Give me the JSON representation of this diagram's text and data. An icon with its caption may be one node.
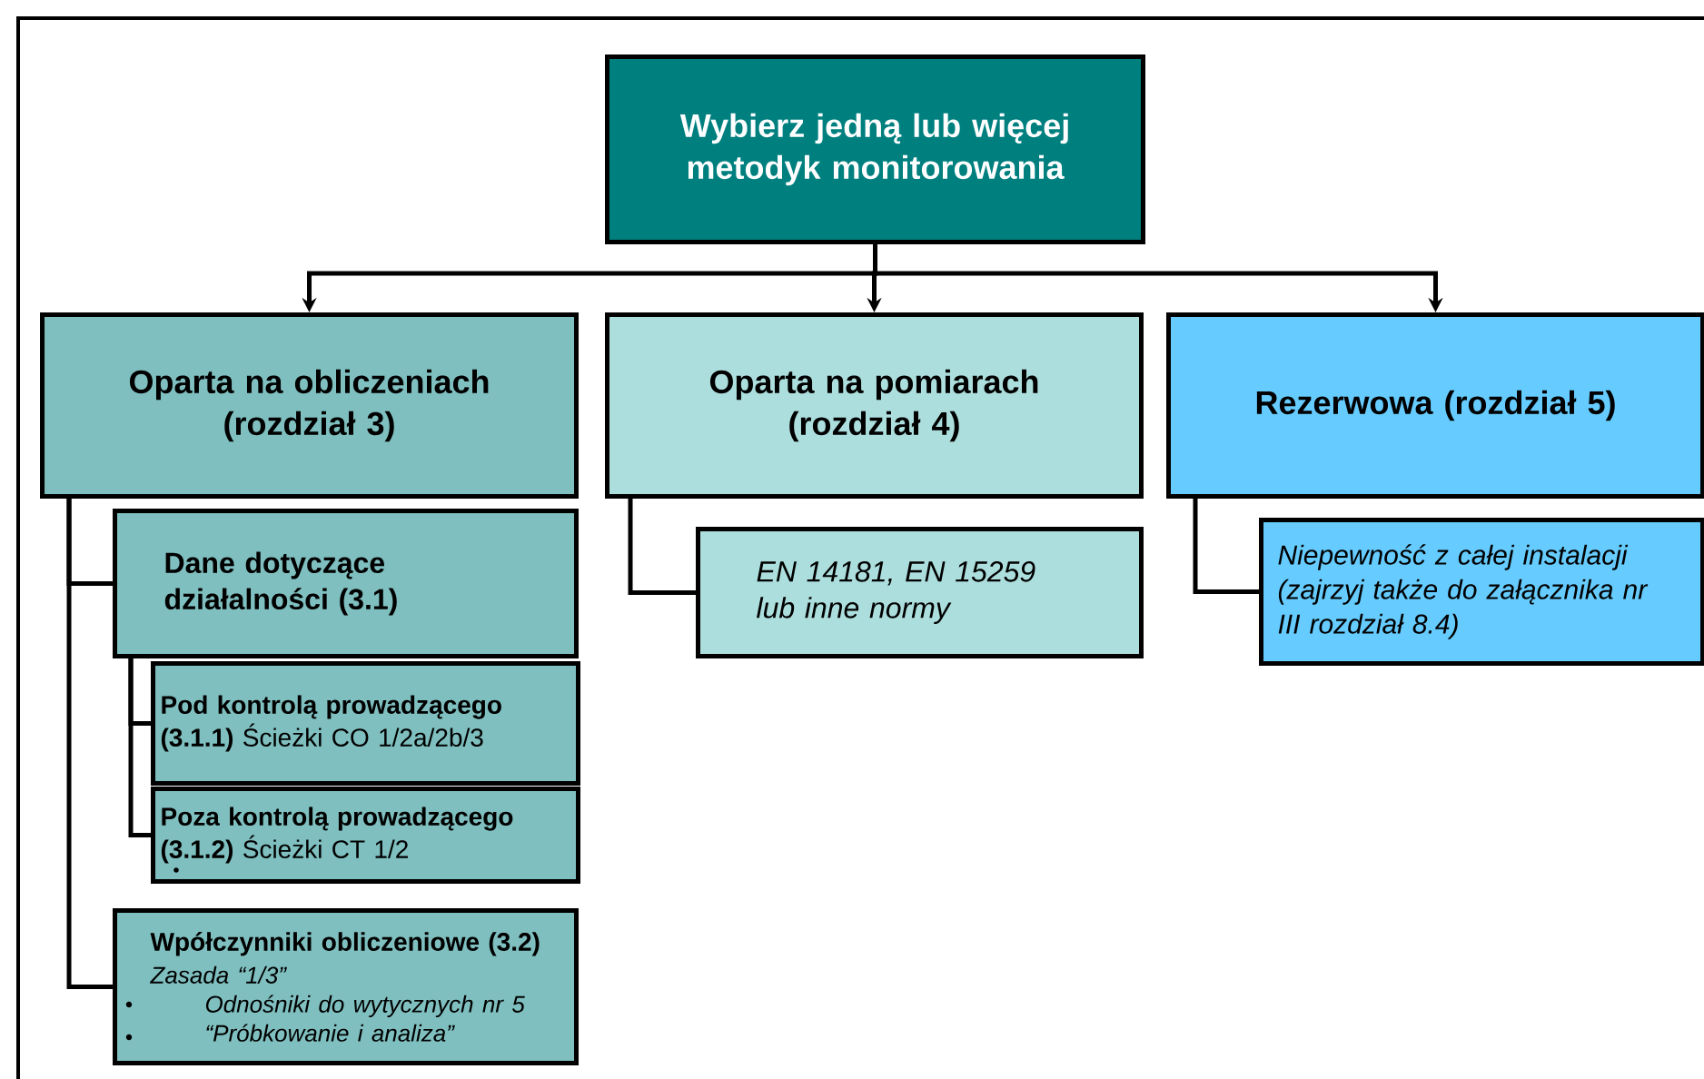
{
  "diagram": {
    "nodes": [
      {
        "text": [
          "Wybierz jedną lub więcej metodyk monitorowania"
        ]
      },
      {
        "text": [
          "Oparta na obliczeniach (rozdział 3)"
        ]
      },
      {
        "text": [
          "Oparta na pomiarach (rozdział 4)"
        ]
      },
      {
        "text": [
          "Rezerwowa (rozdział 5)"
        ]
      },
      {
        "text": [
          "Dane dotyczące działalności (3.1)"
        ]
      },
      {
        "text": [
          "Pod kontrolą prowadzącego",
          "**(3.1.1)** Ścieżki CO 1/2a/2b/3"
        ]
      },
      {
        "text": [
          "Poza kontrolą prowadzącego",
          "**(3.1.2)** Ścieżki CT 1/2"
        ]
      },
      {
        "text": [
          "Wpółczynniki obliczeniowe (3.2)",
          "Zasada “1/3”",
          "Odnośniki do wytycznych nr 5 “Próbkowanie i analiza”"
        ]
      },
      {
        "text": [
          "EN 14181, EN 15259 lub inne normy"
        ]
      },
      {
        "text": [
          "Niepewność z całej instalacji (zajrzyj także do załącznika nr III rozdział 8.4)"
        ]
      }
    ],
    "edges": [
      {
        "from": 0,
        "to": 1,
        "arrow": "to"
      },
      {
        "from": 0,
        "to": 2,
        "arrow": "to"
      },
      {
        "from": 0,
        "to": 3,
        "arrow": "to"
      },
      {
        "from": 1,
        "to": 4,
        "arrow": "none"
      },
      {
        "from": 4,
        "to": 5,
        "arrow": "none"
      },
      {
        "from": 4,
        "to": 6,
        "arrow": "none"
      },
      {
        "from": 1,
        "to": 7,
        "arrow": "none"
      },
      {
        "from": 2,
        "to": 8,
        "arrow": "none"
      },
      {
        "from": 3,
        "to": 9,
        "arrow": "none"
      }
    ]
  }
}
